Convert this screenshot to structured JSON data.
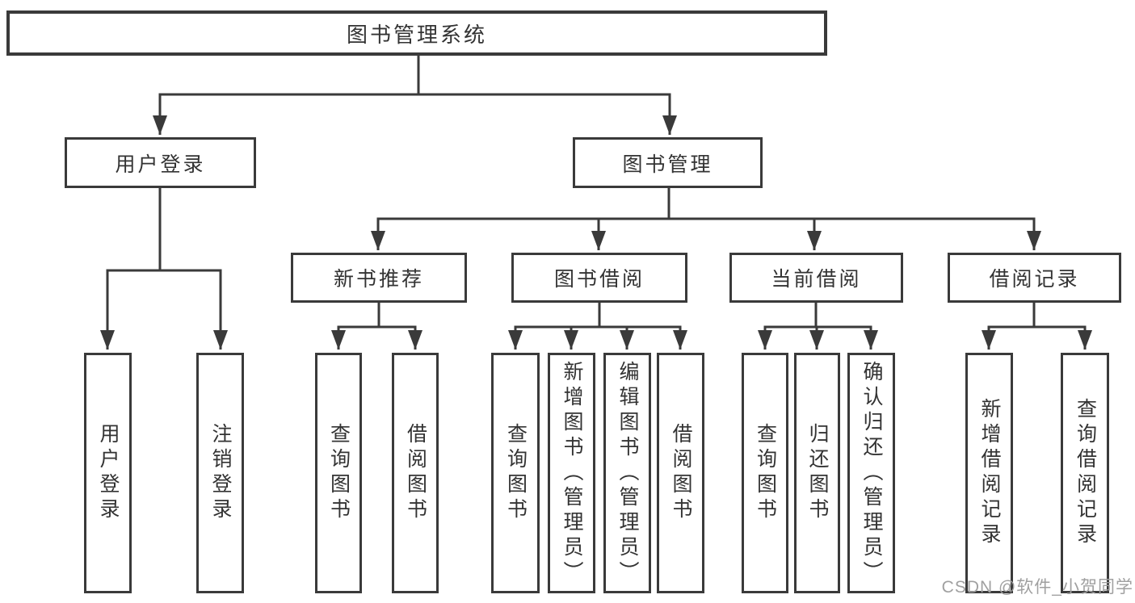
{
  "tree": {
    "root": {
      "label": "图书管理系统",
      "children": [
        {
          "label": "用户登录",
          "children": [
            {
              "label": "用户登录"
            },
            {
              "label": "注销登录"
            }
          ]
        },
        {
          "label": "图书管理",
          "children": [
            {
              "label": "新书推荐",
              "children": [
                {
                  "label": "查询图书"
                },
                {
                  "label": "借阅图书"
                }
              ]
            },
            {
              "label": "图书借阅",
              "children": [
                {
                  "label": "查询图书"
                },
                {
                  "label": "新增图书（管理员）"
                },
                {
                  "label": "编辑图书（管理员）"
                },
                {
                  "label": "借阅图书"
                }
              ]
            },
            {
              "label": "当前借阅",
              "children": [
                {
                  "label": "查询图书"
                },
                {
                  "label": "归还图书"
                },
                {
                  "label": "确认归还（管理员）"
                }
              ]
            },
            {
              "label": "借阅记录",
              "children": [
                {
                  "label": "新增借阅记录"
                },
                {
                  "label": "查询借阅记录"
                }
              ]
            }
          ]
        }
      ]
    }
  },
  "watermark": {
    "text": "CSDN @软件_小贺同学"
  },
  "colors": {
    "line": "#3a3a3a",
    "text": "#333333",
    "watermark": "#a0a0a0",
    "background": "#ffffff"
  }
}
